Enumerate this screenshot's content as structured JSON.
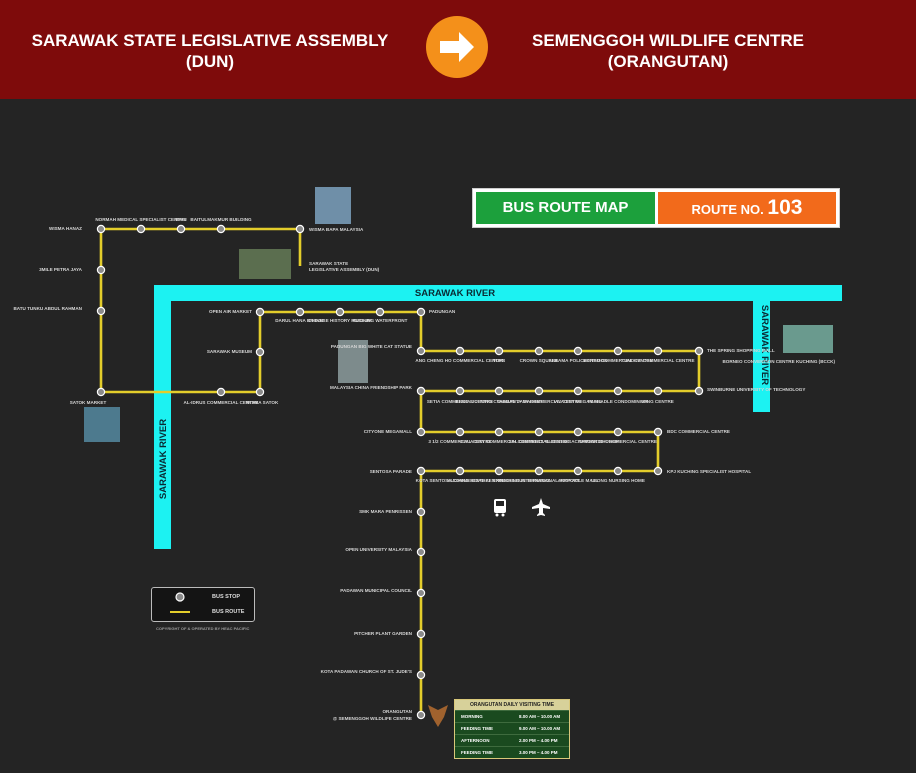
{
  "header": {
    "from_line1": "SARAWAK STATE LEGISLATIVE ASSEMBLY",
    "from_line2": "(DUN)",
    "to_line1": "SEMENGGOH WILDLIFE CENTRE",
    "to_line2": "(ORANGUTAN)",
    "arrow_icon": "right-arrow-icon"
  },
  "title": {
    "map_label": "BUS ROUTE MAP",
    "route_prefix": "ROUTE NO.",
    "route_number": "103"
  },
  "colors": {
    "header_bg": "#7e0b0b",
    "arrow_circle": "#f4901a",
    "route_line": "#e3cd2b",
    "river": "#1cf2f2",
    "title_green": "#1ca03c",
    "title_orange": "#f26a1b",
    "stop_fill": "#8a8a8a"
  },
  "rivers": [
    {
      "label": "SARAWAK RIVER"
    },
    {
      "label": "SARAWAK RIVER"
    },
    {
      "label": "SARAWAK RIVER"
    }
  ],
  "stops": [
    {
      "label": "SARAWAK STATE"
    },
    {
      "label": "LEGISLATIVE ASSEMBLY (DUN)"
    },
    {
      "label": "WISMA BAPA MALAYSIA"
    },
    {
      "label": "BAITULMAKMUR BUILDING"
    },
    {
      "label": "BAIU"
    },
    {
      "label": "NORMAH MEDICAL SPECIALIST CENTRE"
    },
    {
      "label": "WISMA HANAZ"
    },
    {
      "label": "3MILE PETRA JAYA"
    },
    {
      "label": "BATU TUNKU ABDUL RAHMAN"
    },
    {
      "label": "SATOK MARKET"
    },
    {
      "label": "AL-IDRUS COMMERCIAL CENTRE"
    },
    {
      "label": "WISMA SATOK"
    },
    {
      "label": "SARAWAK MUSEUM"
    },
    {
      "label": "OPEN AIR MARKET"
    },
    {
      "label": "DARUL HANA BRIDGE"
    },
    {
      "label": "CHINESE HISTORY MUSEUM"
    },
    {
      "label": "KUCHING WATERFRONT"
    },
    {
      "label": "PADUNGAN"
    },
    {
      "label": "PADUNGAN BIG WHITE CAT STATUE"
    },
    {
      "label": "ANG CHENG HO COMMERCIAL CENTRE"
    },
    {
      "label": "TOPS"
    },
    {
      "label": "CROWN SQUARE"
    },
    {
      "label": "SEKAMA POLICE STATION"
    },
    {
      "label": "MENDU COMMERCIAL CENTRE"
    },
    {
      "label": "TUNDEVI COMMERCIAL CENTRE"
    },
    {
      "label": "THE SPRING SHOPPING MALL"
    },
    {
      "label": "SWINBURNE UNIVERSITY OF TECHNOLOGY"
    },
    {
      "label": "KING CENTRE"
    },
    {
      "label": "FLORADLE CONDOMINIUM"
    },
    {
      "label": "VIVACITY MEGAMALL"
    },
    {
      "label": "TABUAN JAYA COMMERCIAL CENTRE"
    },
    {
      "label": "KENG SIU TONG COMMUNITY MARKET"
    },
    {
      "label": "SETIA COMMERCIAL CENTRE"
    },
    {
      "label": "MALAYSIA CHINA FRIENDSHIP PARK"
    },
    {
      "label": "CITYONE MEGAMALL"
    },
    {
      "label": "3 1/2 COMMERCIAL CENTRE"
    },
    {
      "label": "GALA CITY COMMERCIAL CENTRE"
    },
    {
      "label": "SIH COMMERCIAL CENTRE"
    },
    {
      "label": "ST. BLESSED SACRAMENT CHURCH"
    },
    {
      "label": "SIMOORDE COMMERCIAL CENTRE"
    },
    {
      "label": "BDC COMMERCIAL CENTRE"
    },
    {
      "label": "KPJ KUCHING SPECIALIST HOSPITAL"
    },
    {
      "label": "LEONG NURSING HOME"
    },
    {
      "label": "ARTIRADLE MALL"
    },
    {
      "label": "KUCHING INTERNATIONAL AIRPORT"
    },
    {
      "label": "KUCHING SENTRAL EXPRESS BUS TERMINAL"
    },
    {
      "label": "KOTA SENTOSA COMMERCIAL CENTRE"
    },
    {
      "label": "SENTOSA PARADE"
    },
    {
      "label": "SMK MARA PENRISSEN"
    },
    {
      "label": "OPEN UNIVERSITY MALAYSIA"
    },
    {
      "label": "PADAWAN MUNICIPAL COUNCIL"
    },
    {
      "label": "PITCHER PLANT GARDEN"
    },
    {
      "label": "KOTA PADAWAN CHURCH OF ST. JUDE'S"
    },
    {
      "label": "ORANGUTAN"
    },
    {
      "label": "@ SEMENGGOH WILDLIFE CENTRE"
    },
    {
      "label": "BORNEO CONVENTION CENTRE KUCHING (BCCK)"
    }
  ],
  "legend": {
    "stop_label": "BUS STOP",
    "route_label": "BUS ROUTE"
  },
  "copyright": "COPYRIGHT OF & OPERATED BY HEAC PACIFIC",
  "visiting_time": {
    "title": "ORANGUTAN DAILY VISITING TIME",
    "rows": [
      {
        "label": "MORNING",
        "time": "8.00 AM – 10.00 AM"
      },
      {
        "label": "FEEDING TIME",
        "time": "9.00 AM – 10.00 AM"
      },
      {
        "label": "AFTERNOON",
        "time": "2.00 PM – 4.00 PM"
      },
      {
        "label": "FEEDING TIME",
        "time": "3.00 PM – 4.00 PM"
      }
    ]
  }
}
